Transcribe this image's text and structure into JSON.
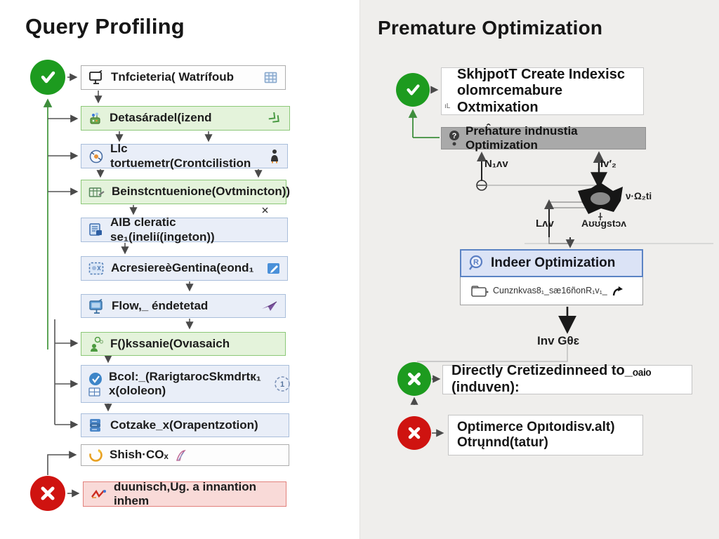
{
  "left": {
    "title": "Query Profiling",
    "nodes": [
      {
        "label": "Tnfcieteria( Watrífoub"
      },
      {
        "label": "Detasáradel(izend"
      },
      {
        "label": "Llc tortuemetr(Crontcilistion"
      },
      {
        "label": "Beinstcntuenione(Ovtmincton))"
      },
      {
        "label": "AIB cleratic se₁(inelií(ingeton))"
      },
      {
        "label": "AcresiereèGentina(eond₁"
      },
      {
        "label": "Flow,_ éndetetad"
      },
      {
        "label": "F()kssanie(Ovıasaich"
      },
      {
        "label": "Bcol:_(RarigtarocSkmdrtк₁\nx(ololeon)"
      },
      {
        "label": "Cotzake_x(Orapentzotion)"
      },
      {
        "label": "Shish·COₓ"
      },
      {
        "label": "duunisch,Ug. a innantion inhem"
      }
    ]
  },
  "right": {
    "title": "Premature Optimization",
    "approve_box": "SkhjpotT Create Indexisc\nolomrcemabure Oxtmixation",
    "approve_glyph": "ıL",
    "gray_box": "Preĥature indnustia Optimization",
    "labels": {
      "n1": "N₁ʌv",
      "n2": "Iv′₂",
      "omega": "ν·Ω₂ti",
      "low": "Lʌv",
      "august": "Aʊʊgstɔʌ",
      "inv": "Inv Gθɛ"
    },
    "index_box": {
      "title": "Indeer Optimization",
      "subtitle": "Cunznkvas8₁_sæ16ñonR₁v₁_"
    },
    "direct_box": "Directly Cretizedinneed to_ₒₐᵢₒ (induven):",
    "avoid_box": "Optimerce Opıtoıdisv.alt)\nOtrųnnd(tatur)"
  },
  "icons": {
    "question": "?",
    "r": "R",
    "one": "1"
  }
}
